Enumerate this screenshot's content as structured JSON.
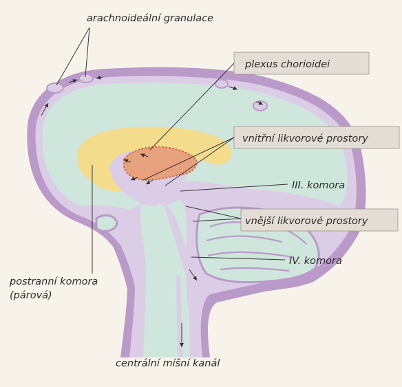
{
  "labels": {
    "arachnoid": "arachnoideální granulace",
    "plexus": "plexus chorioidei",
    "internal": "vnitřní likvorové prostory",
    "third": "III. komora",
    "external": "vnější likvorové prostory",
    "fourth": "IV. komora",
    "lateral_1": "postranní komora",
    "lateral_2": "(párová)",
    "canal": "centrální míšní kanál"
  },
  "colors": {
    "background": "#f7f3ea",
    "meninges": "#b99ac8",
    "csf_space": "#dccde6",
    "brain": "#cfe6dc",
    "ventricle": "#f3dc8c",
    "plexus": "#e7a17c",
    "label_box": "#e4ddd6"
  }
}
